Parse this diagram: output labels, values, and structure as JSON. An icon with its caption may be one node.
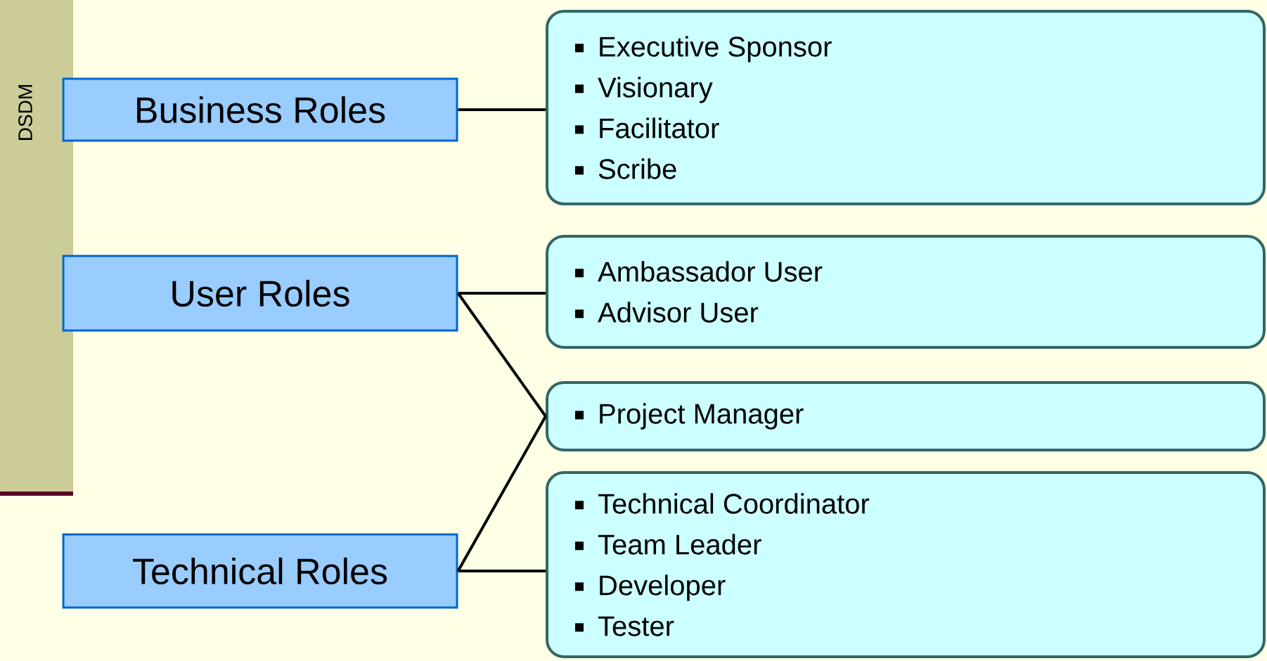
{
  "diagram": {
    "nodes": [
      {
        "text": [
          "Business Roles"
        ]
      },
      {
        "text": [
          "User Roles"
        ]
      },
      {
        "text": [
          "Technical Roles"
        ]
      },
      {
        "text": [
          "Executive Sponsor",
          "Visionary",
          "Facilitator",
          "Scribe"
        ]
      },
      {
        "text": [
          "Ambassador User",
          "Advisor User"
        ]
      },
      {
        "text": [
          "Project Manager"
        ]
      },
      {
        "text": [
          "Technical Coordinator",
          "Team Leader",
          "Developer",
          "Tester"
        ]
      }
    ],
    "edges": [
      {
        "from": 0,
        "to": 3,
        "arrow": "none"
      },
      {
        "from": 1,
        "to": 4,
        "arrow": "none"
      },
      {
        "from": 1,
        "to": 5,
        "arrow": "none"
      },
      {
        "from": 2,
        "to": 5,
        "arrow": "none"
      },
      {
        "from": 2,
        "to": 6,
        "arrow": "none"
      }
    ],
    "labels": [
      "DSDM"
    ]
  }
}
